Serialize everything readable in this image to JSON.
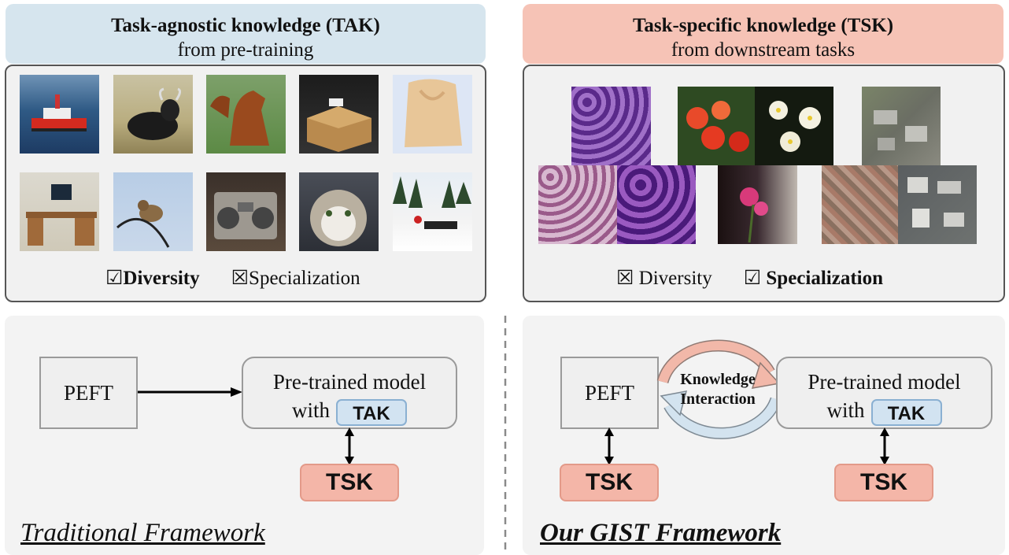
{
  "tak_header": {
    "title": "Task-agnostic knowledge (TAK)",
    "subtitle": "from pre-training",
    "color": "#d6e5ee"
  },
  "tsk_header": {
    "title": "Task-specific knowledge (TSK)",
    "subtitle": "from downstream tasks",
    "color": "#f6c3b6"
  },
  "tak_panel": {
    "images": [
      "fireboat",
      "ox",
      "horse",
      "cardboard-box",
      "baby-bag",
      "computer-desk",
      "bird",
      "radio",
      "cat",
      "snowmobile"
    ],
    "check_box_symbol": "☑",
    "check_label": "Diversity",
    "cross_box_symbol": "☒",
    "cross_label": "Specialization"
  },
  "tsk_panel": {
    "images": [
      "histology-tissue",
      "red-flowers",
      "white-flowers",
      "satellite-industrial",
      "histology-cells",
      "histology-tissue-2",
      "pink-flower",
      "satellite-town",
      "satellite-buildings"
    ],
    "cross_box_symbol": "☒",
    "cross_label": "Diversity",
    "check_box_symbol": "☑",
    "check_label": "Specialization"
  },
  "traditional": {
    "peft": "PEFT",
    "model_line1": "Pre-trained model",
    "model_line2": "with",
    "tak": "TAK",
    "tsk": "TSK",
    "label": "Traditional Framework"
  },
  "gist": {
    "peft": "PEFT",
    "model_line1": "Pre-trained model",
    "model_line2": "with",
    "tak": "TAK",
    "tsk_left": "TSK",
    "tsk_right": "TSK",
    "interaction_line1": "Knowledge",
    "interaction_line2": "Interaction",
    "label": "Our GIST Framework"
  },
  "colors": {
    "tak_blue": "#d2e3f1",
    "tsk_salmon": "#f4b6a8",
    "arrow_top": "#f2b8a9",
    "arrow_bottom": "#d3e3ef"
  }
}
